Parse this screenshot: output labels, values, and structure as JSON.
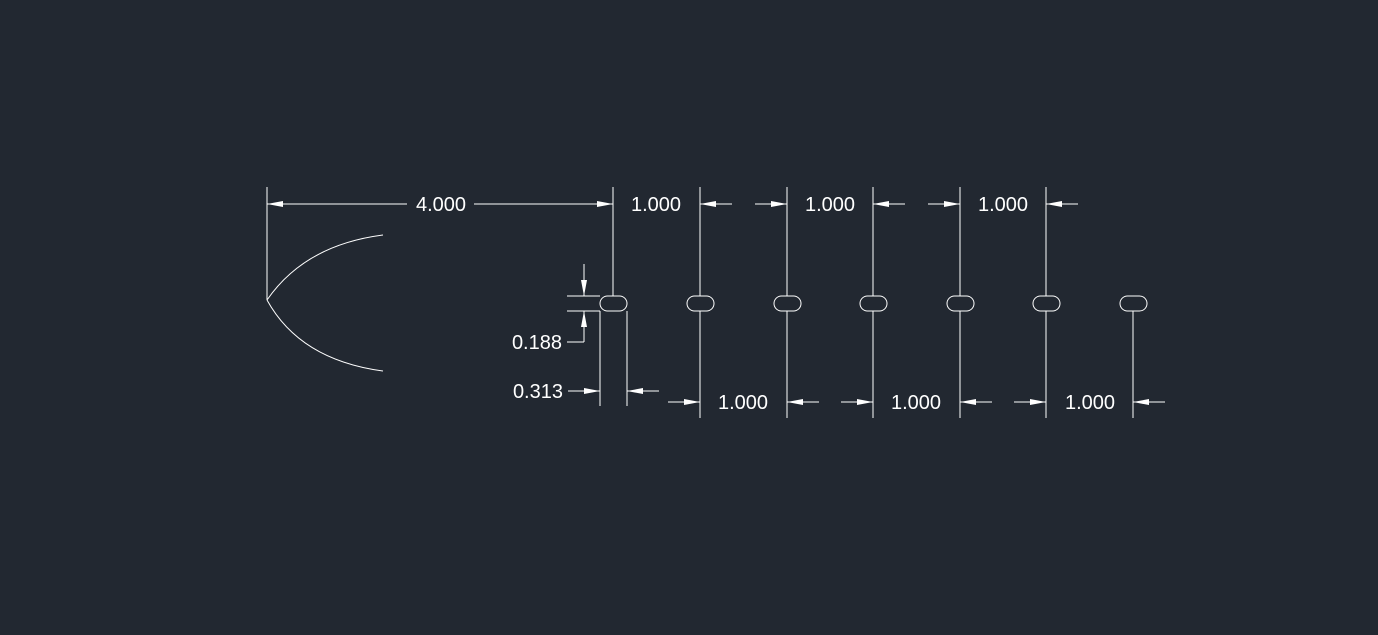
{
  "drawing": {
    "background_color": "#222831",
    "line_color": "#ffffff",
    "dimensions": {
      "overall": "4.000",
      "slot_width": "0.188",
      "slot_length": "0.313",
      "top_spacing": [
        "1.000",
        "1.000",
        "1.000"
      ],
      "bottom_spacing": [
        "1.000",
        "1.000",
        "1.000"
      ]
    },
    "slot_count": 7
  }
}
